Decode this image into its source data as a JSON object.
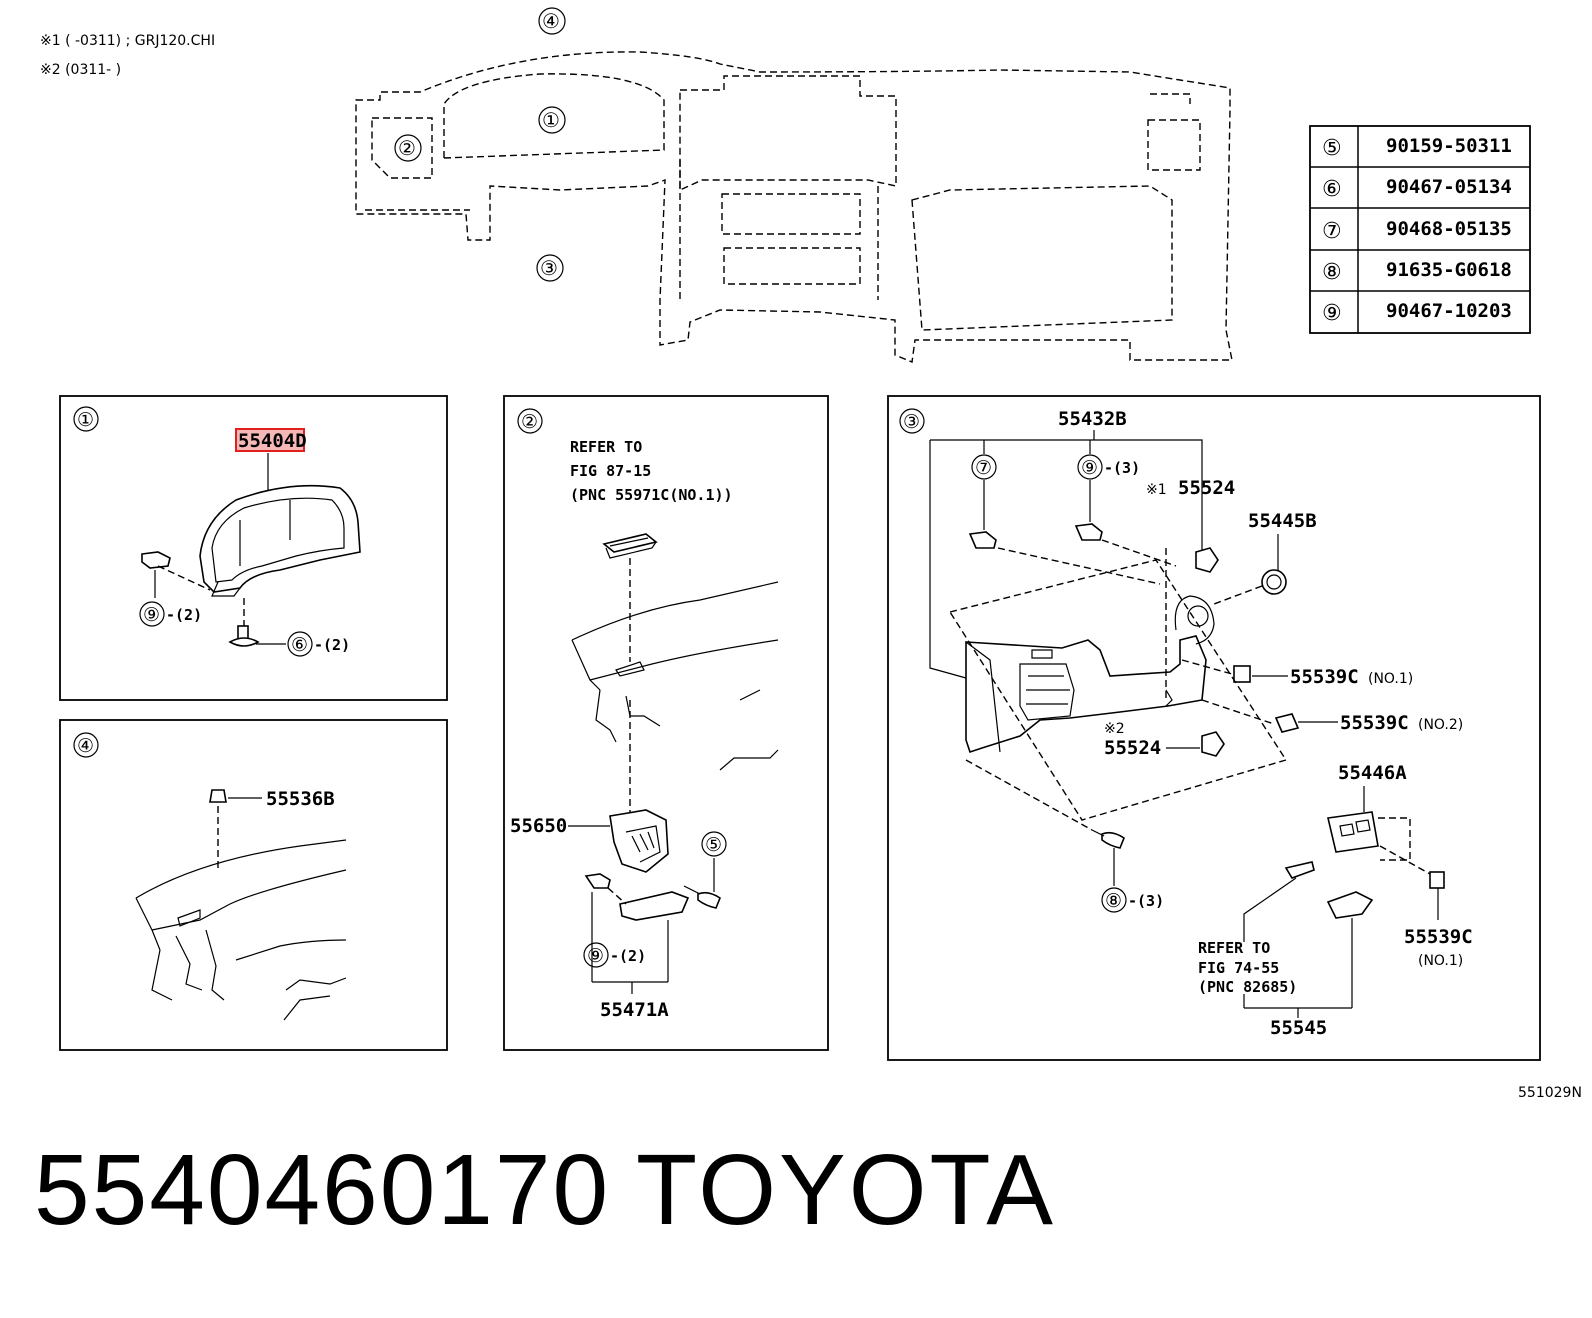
{
  "notes": {
    "note1": "※1 (      -0311) ; GRJ120.CHI",
    "note2": "※2 (0311-      )"
  },
  "overview": {
    "callouts": [
      "①",
      "②",
      "③",
      "④"
    ]
  },
  "fastener_table": [
    {
      "ref": "⑤",
      "part": "90159-50311"
    },
    {
      "ref": "⑥",
      "part": "90467-05134"
    },
    {
      "ref": "⑦",
      "part": "90468-05135"
    },
    {
      "ref": "⑧",
      "part": "91635-G0618"
    },
    {
      "ref": "⑨",
      "part": "90467-10203"
    }
  ],
  "panel1": {
    "id": "①",
    "highlight_label": "55404D",
    "clip_callout": "⑨",
    "clip_qty": "-(2)",
    "screw_callout": "⑥",
    "screw_qty": "-(2)"
  },
  "panel2": {
    "id": "②",
    "refer_line1": "REFER  TO",
    "refer_line2": "FIG 87-15",
    "refer_line3": "(PNC 55971C(NO.1))",
    "vent_label": "55650",
    "screw_callout": "⑤",
    "clip_callout": "⑨",
    "clip_qty": "-(2)",
    "bottom_label": "55471A"
  },
  "panel3": {
    "id": "③",
    "top_label": "55432B",
    "callout7": "⑦",
    "callout9": "⑨",
    "callout9_qty": "-(3)",
    "note1_mark": "※1",
    "label_55524_a": "55524",
    "label_55445B": "55445B",
    "label_55539C_no1": "55539C",
    "no1": "(NO.1)",
    "label_55539C_no2": "55539C",
    "no2": "(NO.2)",
    "note2_mark": "※2",
    "label_55524_b": "55524",
    "label_55446A": "55446A",
    "callout8": "⑧",
    "callout8_qty": "-(3)",
    "label_55539C_c": "55539C",
    "no1_c": "(NO.1)",
    "refer_line1": "REFER  TO",
    "refer_line2": "FIG 74-55",
    "refer_line3": "(PNC 82685)",
    "bottom_label": "55545"
  },
  "panel4": {
    "id": "④",
    "label": "55536B"
  },
  "figure_code": "551029N",
  "footer": {
    "part_number": "5540460170",
    "brand": "TOYOTA"
  },
  "colors": {
    "highlight": "#e0201c",
    "highlight_fill": "#f4b8b6",
    "line": "#000000"
  }
}
